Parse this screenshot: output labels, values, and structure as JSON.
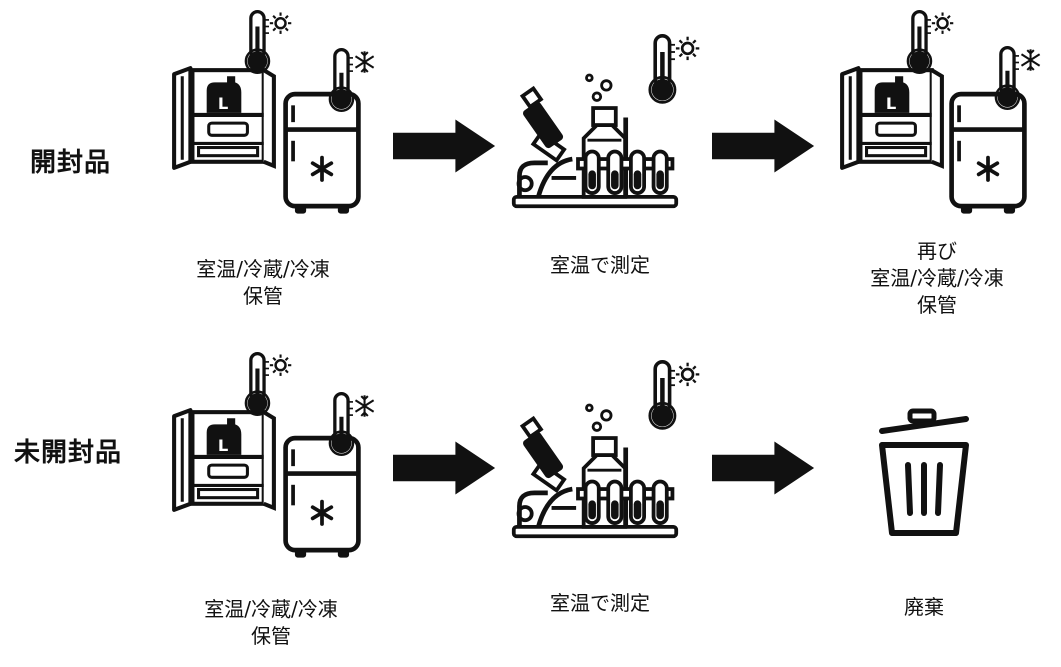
{
  "rows": [
    {
      "label": "開封品",
      "steps": [
        {
          "icon": "storage-icon",
          "caption": "室温/冷蔵/冷凍\n保管"
        },
        {
          "icon": "lab-measurement-icon",
          "caption": "室温で測定"
        },
        {
          "icon": "storage-icon",
          "caption": "再び\n室温/冷蔵/冷凍\n保管"
        }
      ]
    },
    {
      "label": "未開封品",
      "steps": [
        {
          "icon": "storage-icon",
          "caption": "室温/冷蔵/冷凍\n保管"
        },
        {
          "icon": "lab-measurement-icon",
          "caption": "室温で測定"
        },
        {
          "icon": "trash-can-icon",
          "caption": "廃棄"
        }
      ]
    }
  ],
  "colors": {
    "ink": "#111111",
    "background": "#ffffff"
  }
}
